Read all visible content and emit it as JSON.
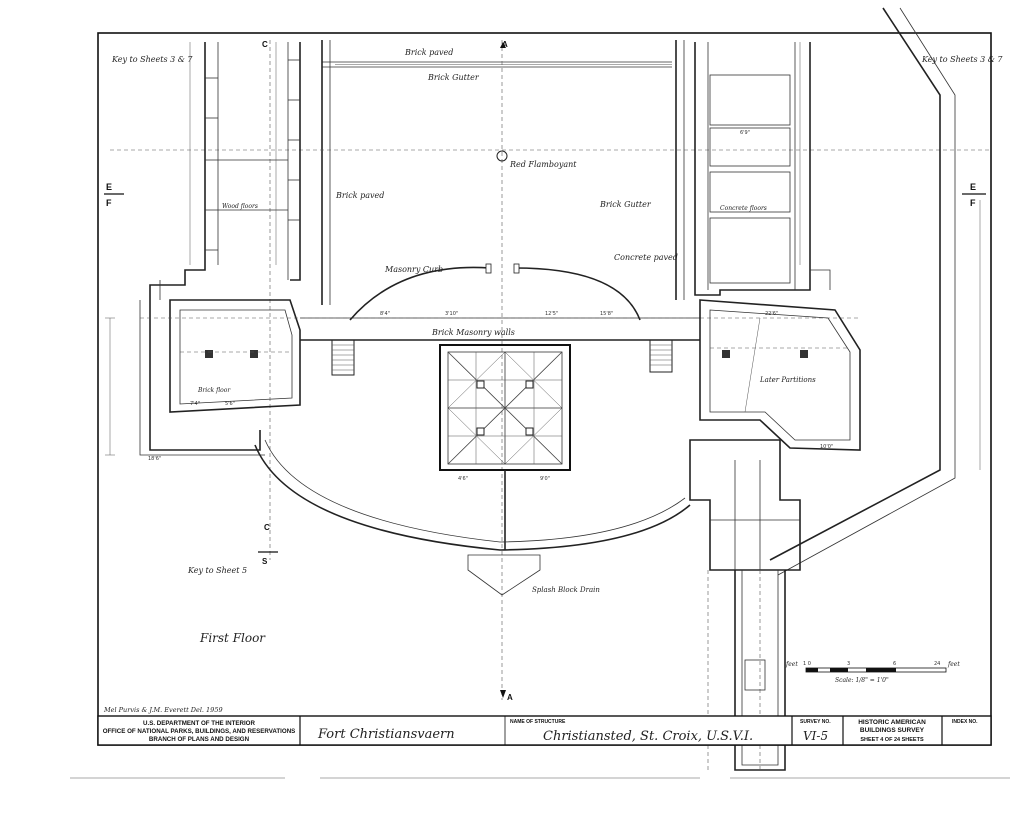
{
  "plan": {
    "key_sheets_left": "Key to Sheets 3 & 7",
    "key_sheets_right": "Key to Sheets 3 & 7",
    "key_sheet_5": "Key to Sheet 5",
    "floor_label": "First Floor",
    "drawn_by": "Mel Purvis & J.M. Everett  Del. 1959",
    "labels": {
      "brick_paved_top": "Brick paved",
      "brick_gutter_top": "Brick Gutter",
      "red_flamboyant": "Red Flamboyant",
      "brick_paved_left": "Brick paved",
      "wood_floors": "Wood floors",
      "brick_gutter_right": "Brick Gutter",
      "concrete_floors": "Concrete floors",
      "concrete_paved": "Concrete paved",
      "masonry_curb": "Masonry Curb",
      "brick_masonry_walls": "Brick Masonry walls",
      "brick_floor": "Brick floor",
      "later_partitions": "Later Partitions",
      "splash_block_drain": "Splash Block Drain"
    },
    "section_marks": {
      "a_top": "A",
      "a_bottom": "A",
      "c_top": "C",
      "c_mid": "C",
      "s_mid": "S",
      "e_left": "E",
      "f_left": "F",
      "e_right": "E",
      "f_right": "F"
    },
    "scale": {
      "unit_left": "feet",
      "unit_right": "feet",
      "ticks": [
        "1 0",
        "3",
        "6",
        "24"
      ],
      "caption": "Scale: 1/8\" = 1'0\""
    }
  },
  "title_block": {
    "agency_line1": "U.S. DEPARTMENT OF THE INTERIOR",
    "agency_line2": "OFFICE OF NATIONAL PARKS, BUILDINGS, AND RESERVATIONS",
    "agency_line3": "BRANCH OF PLANS AND DESIGN",
    "structure_name": "Fort Christiansvaern",
    "name_of_structure_label": "NAME OF STRUCTURE",
    "location": "Christiansted, St. Croix, U.S.V.I.",
    "survey_no_label": "SURVEY NO.",
    "survey_no": "VI-5",
    "habs_line1": "HISTORIC AMERICAN",
    "habs_line2": "BUILDINGS SURVEY",
    "sheet_text": "SHEET 4 OF 24 SHEETS",
    "index_no_label": "INDEX NO."
  },
  "dimensions": [
    "18'6\"",
    "7'4\"",
    "5'6\"",
    "8'4\"",
    "3'10\"",
    "12'5\"",
    "4'6\"",
    "9'0\"",
    "15'8\"",
    "22'6\"",
    "10'0\"",
    "6'9\""
  ]
}
